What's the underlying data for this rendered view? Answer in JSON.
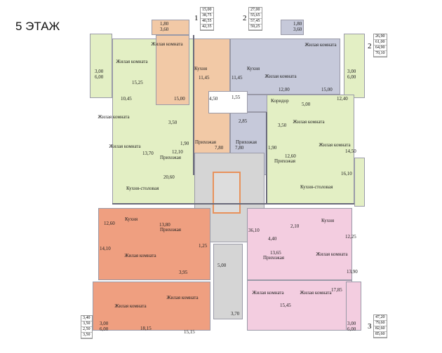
{
  "title": "5 ЭТАЖ",
  "tables": {
    "t1": {
      "number": "1",
      "values": [
        "15,00",
        "38,75",
        "40,55",
        "42,35"
      ]
    },
    "t2": {
      "number": "2",
      "values": [
        "27,00",
        "55,65",
        "57,45",
        "59,25"
      ]
    },
    "t2r": {
      "number": "2",
      "values": [
        "26,90",
        "61,00",
        "64,90",
        "70,10"
      ]
    },
    "t3": {
      "number": "3",
      "values": [
        "47,20",
        "79,60",
        "82,60",
        "85,60"
      ]
    },
    "t1b": {
      "values": [
        "3,40",
        "3,50",
        "2,50",
        "3,50"
      ]
    }
  },
  "balconies": {
    "top1": [
      "1,80",
      "3,60"
    ],
    "top2": [
      "1,80",
      "3,60"
    ],
    "left": [
      "3,00",
      "6,00"
    ],
    "right": [
      "3,00",
      "6,00"
    ],
    "bl": [
      "3,00",
      "6,00"
    ],
    "br": [
      "3,00",
      "6,00"
    ]
  },
  "labels": {
    "living": "Жилая комната",
    "kitchen": "Кухня",
    "hall": "Прихожая",
    "corridor": "Коридор",
    "kitchen_dining": "Кухня-столовая"
  },
  "areas": {
    "a1525": "15,25",
    "a1045": "10,45",
    "a350l": "3,50",
    "a190l": "1,90",
    "a1370": "13,70",
    "a1210": "12,10",
    "a2060": "20,60",
    "a1500p": "15,00",
    "a1145p": "11,45",
    "a450": "4,50",
    "a780p": "7,80",
    "a1145b": "11,45",
    "a155": "1,55",
    "a285": "2,85",
    "a780b": "7,80",
    "a1200": "12,00",
    "a1500b": "15,00",
    "a500c": "5,00",
    "a1240": "12,40",
    "a350r": "3,50",
    "a190r": "1,90",
    "a1450": "14,50",
    "a1260": "12,60",
    "a1610": "16,10",
    "a1260o": "12,60",
    "a1380": "13,80",
    "a1410": "14,10",
    "a125": "1,25",
    "a395": "3,95",
    "a1815": "18,15",
    "a1515": "15,15",
    "a3610": "36,10",
    "a500s": "5,00",
    "a370": "3,70",
    "a440": "4,40",
    "a210": "2,10",
    "a1225": "12,25",
    "a1365": "13,65",
    "a1390": "13,90",
    "a1545": "15,45",
    "a1785": "17,85"
  }
}
